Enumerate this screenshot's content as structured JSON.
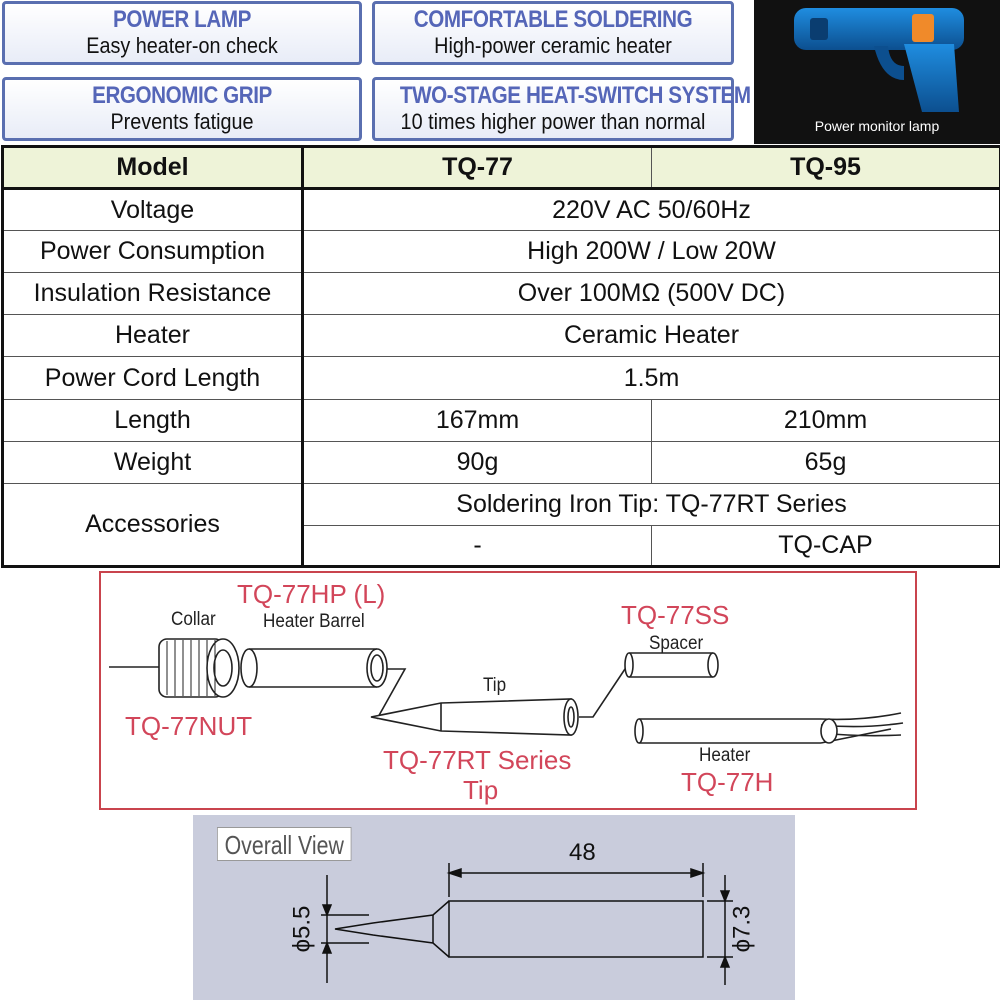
{
  "features": [
    {
      "title": "POWER LAMP",
      "subtitle": "Easy heater-on check"
    },
    {
      "title": "COMFORTABLE SOLDERING",
      "subtitle": "High-power ceramic heater"
    },
    {
      "title": "ERGONOMIC GRIP",
      "subtitle": "Prevents fatigue"
    },
    {
      "title": "TWO-STAGE HEAT-SWITCH SYSTEM",
      "subtitle": "10 times higher power than normal"
    }
  ],
  "photo": {
    "caption": "Power monitor lamp",
    "body_color": "#1f8de0",
    "lamp_color": "#f08a2a"
  },
  "spec_table": {
    "header": {
      "label": "Model",
      "col1": "TQ-77",
      "col2": "TQ-95"
    },
    "rows": {
      "voltage": {
        "label": "Voltage",
        "value": "220V AC 50/60Hz"
      },
      "power": {
        "label": "Power Consumption",
        "value": "High 200W / Low 20W"
      },
      "insulation": {
        "label": "Insulation Resistance",
        "value": "Over 100MΩ (500V DC)"
      },
      "heater": {
        "label": "Heater",
        "value": "Ceramic Heater"
      },
      "cord": {
        "label": "Power Cord Length",
        "value": "1.5m"
      },
      "length": {
        "label": "Length",
        "col1": "167mm",
        "col2": "210mm"
      },
      "weight": {
        "label": "Weight",
        "col1": "90g",
        "col2": "65g"
      },
      "accessories": {
        "label": "Accessories",
        "shared": "Soldering Iron Tip: TQ-77RT Series",
        "col1": "-",
        "col2": "TQ-CAP"
      }
    },
    "header_bg": "#eef3d8"
  },
  "exploded_view": {
    "border_color": "#c9444d",
    "part_numbers": {
      "barrel": "TQ-77HP (L)",
      "nut": "TQ-77NUT",
      "spacer": "TQ-77SS",
      "tip_series": "TQ-77RT Series",
      "tip_word": "Tip",
      "heater": "TQ-77H"
    },
    "part_names": {
      "collar": "Collar",
      "barrel": "Heater Barrel",
      "spacer": "Spacer",
      "tip": "Tip",
      "heater": "Heater"
    },
    "accent_color": "#d2465a"
  },
  "overall_view": {
    "title": "Overall View",
    "length": "48",
    "tip_diameter": "ϕ5.5",
    "body_diameter": "ϕ7.3",
    "bg_color": "#c9ccdc"
  }
}
